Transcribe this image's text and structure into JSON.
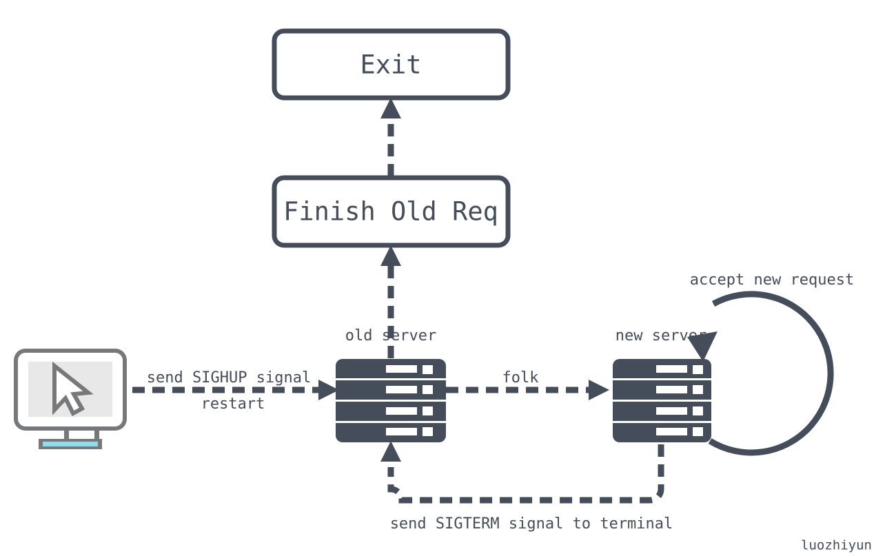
{
  "diagram": {
    "title": "Nginx graceful restart signal flow",
    "colors": {
      "ink": "#454D5A",
      "background": "#ffffff",
      "monitor_outline": "#77787A",
      "monitor_screen": "#E8E8E8",
      "monitor_base": "#8FDCEF"
    },
    "nodes": {
      "exit_box": {
        "label": "Exit"
      },
      "finish_old_req_box": {
        "label": "Finish Old Req"
      },
      "client": {
        "icon": "monitor-with-cursor-icon"
      },
      "old_server": {
        "caption": "old server",
        "icon": "server-rack-icon"
      },
      "new_server": {
        "caption": "new server",
        "icon": "server-rack-icon"
      }
    },
    "edges": {
      "client_to_old_server": {
        "label_above": "send SIGHUP signal",
        "label_below": "restart"
      },
      "old_to_new_server": {
        "label": "folk"
      },
      "new_server_loop": {
        "label": "accept new request"
      },
      "new_to_old_server": {
        "label": "send SIGTERM signal to terminal"
      },
      "old_server_to_finish": {
        "label": ""
      },
      "finish_to_exit": {
        "label": ""
      }
    },
    "watermark": {
      "text": "luozhiyun"
    }
  }
}
